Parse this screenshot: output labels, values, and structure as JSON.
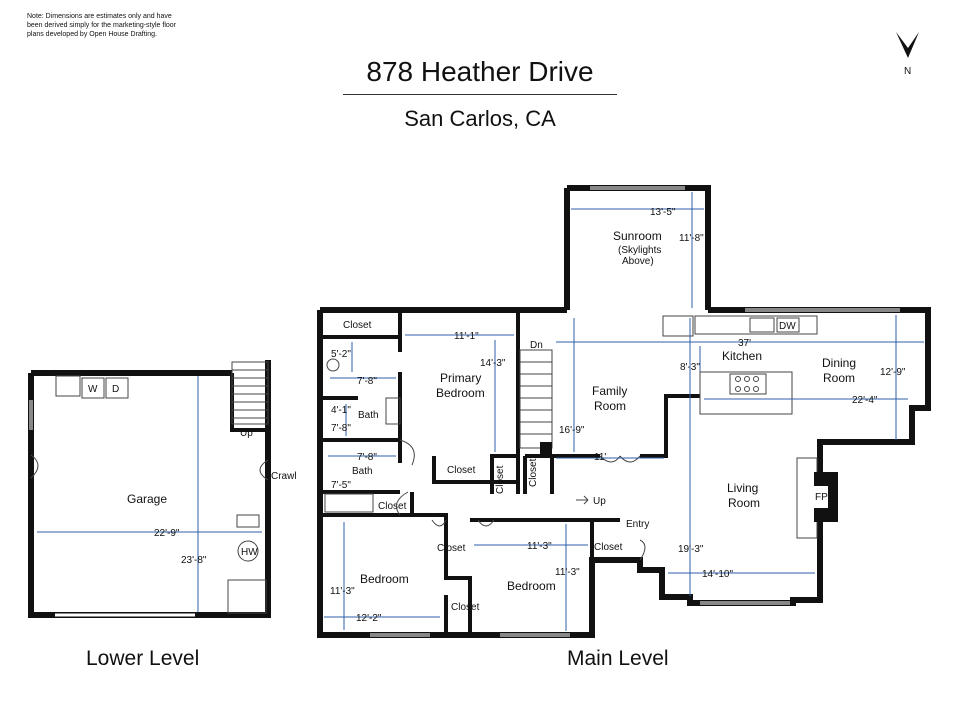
{
  "note": "Note: Dimensions are estimates only and have been derived simply for the marketing-style floor plans developed by Open House Drafting.",
  "address": "878 Heather Drive",
  "city": "San Carlos, CA",
  "compass": "N",
  "levels": {
    "lower": "Lower Level",
    "main": "Main Level"
  },
  "rooms": {
    "garage": "Garage",
    "up_garage": "Up",
    "crawl": "Crawl",
    "hw": "HW",
    "washer": "W",
    "dryer": "D",
    "sunroom": "Sunroom",
    "sunroom_note1": "(Skylights",
    "sunroom_note2": "Above)",
    "closet_primary": "Closet",
    "primary_bedroom_1": "Primary",
    "primary_bedroom_2": "Bedroom",
    "bath1": "Bath",
    "bath2": "Bath",
    "dn": "Dn",
    "family_room_1": "Family",
    "family_room_2": "Room",
    "kitchen": "Kitchen",
    "dw": "DW",
    "dining_1": "Dining",
    "dining_2": "Room",
    "living_1": "Living",
    "living_2": "Room",
    "fp": "FP",
    "closet_hall1": "Closet",
    "closet_hall2": "Closet",
    "closet_hall3": "Closet",
    "closet_bath": "Closet",
    "closet_bed1": "Closet",
    "closet_bed2": "Closet",
    "closet_entry": "Closet",
    "up_main": "Up",
    "entry": "Entry",
    "bedroom1": "Bedroom",
    "bedroom2": "Bedroom"
  },
  "dimensions": {
    "garage_w": "22'-9\"",
    "garage_h": "23'-8\"",
    "sunroom_w": "13'-5\"",
    "sunroom_h": "11'-8\"",
    "primary_w": "11'-1\"",
    "primary_h": "14'-3\"",
    "closet_h": "5'-2\"",
    "bath1_w": "7'-8\"",
    "bath1_h": "4'-1\"",
    "bath1_w2": "7'-8\"",
    "bath2_w": "7'-8\"",
    "bath2_h": "7'-5\"",
    "kitchen_total": "37'",
    "kitchen_h": "8'-3\"",
    "dining_h": "12'-9\"",
    "dining_w": "22'-4\"",
    "family_h": "16'-9\"",
    "family_w": "11'",
    "living_h": "19'-3\"",
    "living_w": "14'-10\"",
    "bed1_w": "12'-2\"",
    "bed1_h": "11'-3\"",
    "bed2_w": "11'-3\"",
    "bed2_h": "11'-3\""
  }
}
